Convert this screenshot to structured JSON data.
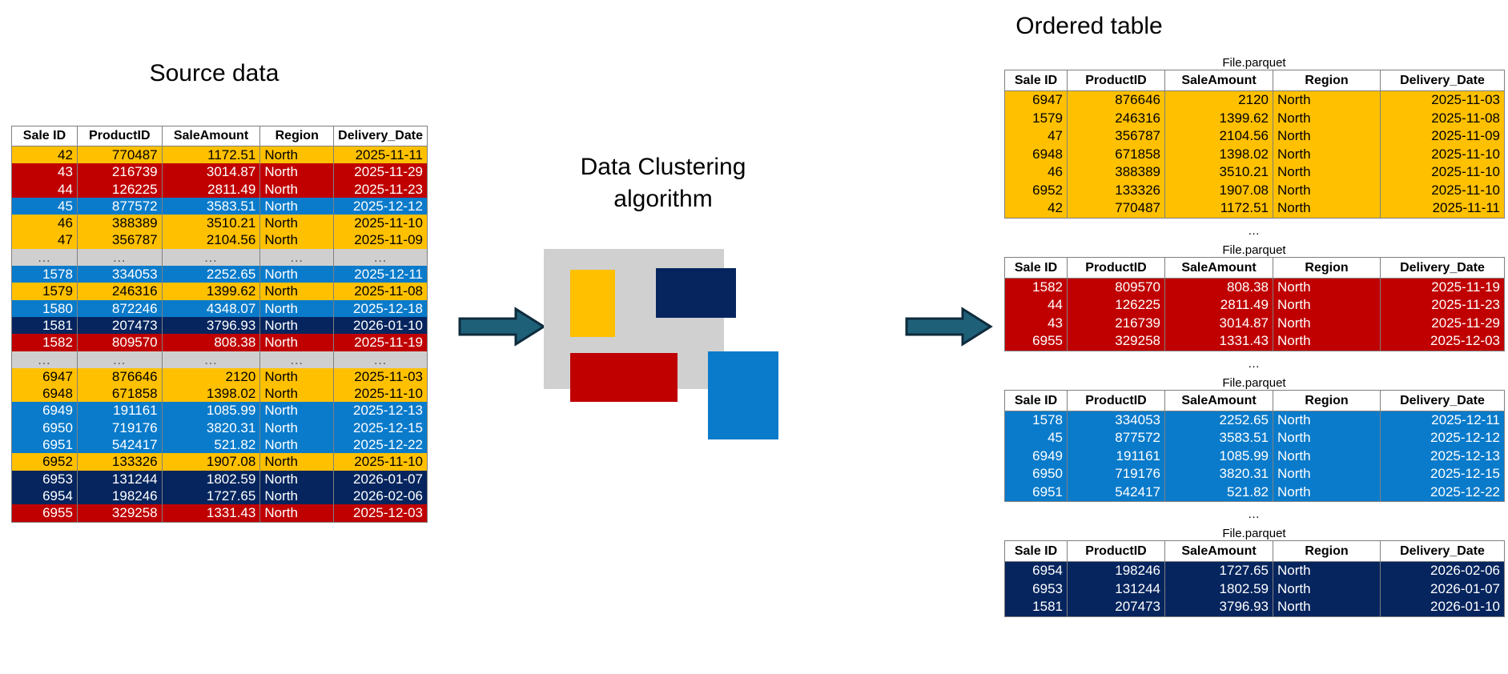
{
  "headings": {
    "source": "Source data",
    "algorithm": "Data Clustering\nalgorithm",
    "algorithm_line1": "Data Clustering",
    "algorithm_line2": "algorithm",
    "ordered": "Ordered table"
  },
  "columns": [
    "Sale ID",
    "ProductID",
    "SaleAmount",
    "Region",
    "Delivery_Date"
  ],
  "file_label": "File.parquet",
  "ellipsis": "…",
  "colors": {
    "yellow": "#FFC000",
    "red": "#C00000",
    "blue": "#0A7BCB",
    "navy": "#06255E",
    "grey": "#CFCFCF",
    "cluster_bg": "#D0D0D0",
    "arrow": "#1F6079",
    "arrow_outline": "#0E2B3C",
    "border": "#7F7F7F"
  },
  "source_table": {
    "rows": [
      {
        "color": "yellow",
        "cells": [
          "42",
          "770487",
          "1172.51",
          "North",
          "2025-11-11"
        ]
      },
      {
        "color": "red",
        "cells": [
          "43",
          "216739",
          "3014.87",
          "North",
          "2025-11-29"
        ]
      },
      {
        "color": "red",
        "cells": [
          "44",
          "126225",
          "2811.49",
          "North",
          "2025-11-23"
        ]
      },
      {
        "color": "blue",
        "cells": [
          "45",
          "877572",
          "3583.51",
          "North",
          "2025-12-12"
        ]
      },
      {
        "color": "yellow",
        "cells": [
          "46",
          "388389",
          "3510.21",
          "North",
          "2025-11-10"
        ]
      },
      {
        "color": "yellow",
        "cells": [
          "47",
          "356787",
          "2104.56",
          "North",
          "2025-11-09"
        ]
      },
      {
        "color": "grey",
        "cells": [
          "…",
          "…",
          "…",
          "…",
          "…"
        ],
        "is_ellipsis": true
      },
      {
        "color": "blue",
        "cells": [
          "1578",
          "334053",
          "2252.65",
          "North",
          "2025-12-11"
        ]
      },
      {
        "color": "yellow",
        "cells": [
          "1579",
          "246316",
          "1399.62",
          "North",
          "2025-11-08"
        ]
      },
      {
        "color": "blue",
        "cells": [
          "1580",
          "872246",
          "4348.07",
          "North",
          "2025-12-18"
        ]
      },
      {
        "color": "navy",
        "cells": [
          "1581",
          "207473",
          "3796.93",
          "North",
          "2026-01-10"
        ]
      },
      {
        "color": "red",
        "cells": [
          "1582",
          "809570",
          "808.38",
          "North",
          "2025-11-19"
        ]
      },
      {
        "color": "grey",
        "cells": [
          "…",
          "…",
          "…",
          "…",
          "…"
        ],
        "is_ellipsis": true
      },
      {
        "color": "yellow",
        "cells": [
          "6947",
          "876646",
          "2120",
          "North",
          "2025-11-03"
        ]
      },
      {
        "color": "yellow",
        "cells": [
          "6948",
          "671858",
          "1398.02",
          "North",
          "2025-11-10"
        ]
      },
      {
        "color": "blue",
        "cells": [
          "6949",
          "191161",
          "1085.99",
          "North",
          "2025-12-13"
        ]
      },
      {
        "color": "blue",
        "cells": [
          "6950",
          "719176",
          "3820.31",
          "North",
          "2025-12-15"
        ]
      },
      {
        "color": "blue",
        "cells": [
          "6951",
          "542417",
          "521.82",
          "North",
          "2025-12-22"
        ]
      },
      {
        "color": "yellow",
        "cells": [
          "6952",
          "133326",
          "1907.08",
          "North",
          "2025-11-10"
        ]
      },
      {
        "color": "navy",
        "cells": [
          "6953",
          "131244",
          "1802.59",
          "North",
          "2026-01-07"
        ]
      },
      {
        "color": "navy",
        "cells": [
          "6954",
          "198246",
          "1727.65",
          "North",
          "2026-02-06"
        ]
      },
      {
        "color": "red",
        "cells": [
          "6955",
          "329258",
          "1331.43",
          "North",
          "2025-12-03"
        ]
      }
    ]
  },
  "ordered_tables": [
    {
      "file_label": "File.parquet",
      "color": "yellow",
      "rows": [
        [
          "6947",
          "876646",
          "2120",
          "North",
          "2025-11-03"
        ],
        [
          "1579",
          "246316",
          "1399.62",
          "North",
          "2025-11-08"
        ],
        [
          "47",
          "356787",
          "2104.56",
          "North",
          "2025-11-09"
        ],
        [
          "6948",
          "671858",
          "1398.02",
          "North",
          "2025-11-10"
        ],
        [
          "46",
          "388389",
          "3510.21",
          "North",
          "2025-11-10"
        ],
        [
          "6952",
          "133326",
          "1907.08",
          "North",
          "2025-11-10"
        ],
        [
          "42",
          "770487",
          "1172.51",
          "North",
          "2025-11-11"
        ]
      ]
    },
    {
      "file_label": "File.parquet",
      "color": "red",
      "rows": [
        [
          "1582",
          "809570",
          "808.38",
          "North",
          "2025-11-19"
        ],
        [
          "44",
          "126225",
          "2811.49",
          "North",
          "2025-11-23"
        ],
        [
          "43",
          "216739",
          "3014.87",
          "North",
          "2025-11-29"
        ],
        [
          "6955",
          "329258",
          "1331.43",
          "North",
          "2025-12-03"
        ]
      ]
    },
    {
      "file_label": "File.parquet",
      "color": "blue",
      "rows": [
        [
          "1578",
          "334053",
          "2252.65",
          "North",
          "2025-12-11"
        ],
        [
          "45",
          "877572",
          "3583.51",
          "North",
          "2025-12-12"
        ],
        [
          "6949",
          "191161",
          "1085.99",
          "North",
          "2025-12-13"
        ],
        [
          "6950",
          "719176",
          "3820.31",
          "North",
          "2025-12-15"
        ],
        [
          "6951",
          "542417",
          "521.82",
          "North",
          "2025-12-22"
        ]
      ]
    },
    {
      "file_label": "File.parquet",
      "color": "navy",
      "rows": [
        [
          "6954",
          "198246",
          "1727.65",
          "North",
          "2026-02-06"
        ],
        [
          "6953",
          "131244",
          "1802.59",
          "North",
          "2026-01-07"
        ],
        [
          "1581",
          "207473",
          "3796.93",
          "North",
          "2026-01-10"
        ]
      ]
    }
  ],
  "cluster_rectangles": [
    {
      "name": "yellow-cluster",
      "color": "#FFC000"
    },
    {
      "name": "navy-cluster",
      "color": "#06255E"
    },
    {
      "name": "red-cluster",
      "color": "#C00000"
    },
    {
      "name": "blue-cluster",
      "color": "#0A7BCB"
    }
  ]
}
